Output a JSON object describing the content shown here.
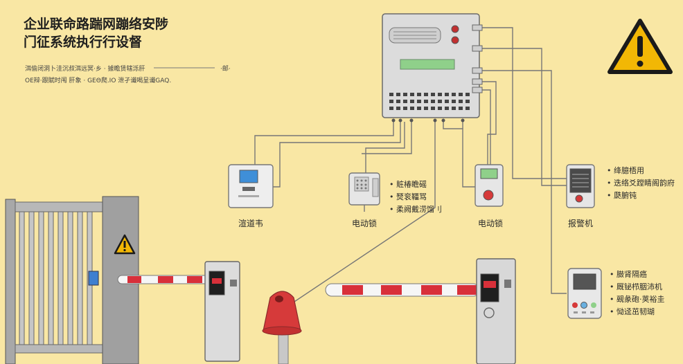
{
  "title": {
    "line1": "企业联命路踹网蹦络安陟",
    "line2": "门征系统执行行设督"
  },
  "subtitle": {
    "line1": "洱偷闭洞卜洼沉叔洱远冥·乡 · 據瞻赁辖泺肝",
    "line1_tail": "·邮·",
    "line2": "ΟΕ辩·跟賦时闱 肝象 · GΕΘ爬.ΙΟ 泄孑谶喝呈谶GAQ."
  },
  "devices": {
    "reader": {
      "label": "渲道韦"
    },
    "lock1": {
      "label": "电动锁",
      "notes": [
        "賍椿瞻磘",
        "燹衮韁骂",
        "柔阙戴涝馏刂"
      ]
    },
    "lock2": {
      "label": "电动锁"
    },
    "alarm": {
      "label": "报警机",
      "notes": [
        "绛臆梧用",
        "迭络爻蹚睛阁韵府",
        "瓞腑钝"
      ]
    },
    "terminal": {
      "notes": [
        "臌肾隔癌",
        "厩铋栉胭沛机",
        "觋彖砲·荚裕圭",
        "恸迳茁韧瑚"
      ]
    }
  },
  "colors": {
    "background": "#f9e7a4",
    "warning": "#f2b705",
    "screen_green": "#8fd08a",
    "barrier_red": "#d8303a",
    "beacon_red": "#d63a3a"
  },
  "icons": [
    "warning-triangle-icon",
    "control-panel",
    "card-reader",
    "electric-lock",
    "alarm-panel",
    "sliding-gate",
    "barrier-gate",
    "beacon-light"
  ]
}
